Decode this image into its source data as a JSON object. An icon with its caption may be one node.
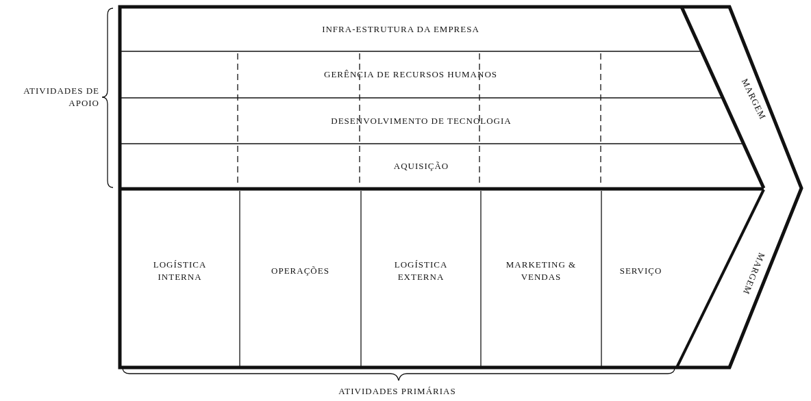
{
  "diagram": {
    "nodes": [
      {
        "text": [
          "INFRA-ESTRUTURA DA EMPRESA"
        ]
      },
      {
        "text": [
          "GERÊNCIA DE RECURSOS HUMANOS"
        ]
      },
      {
        "text": [
          "DESENVOLVIMENTO DE TECNOLOGIA"
        ]
      },
      {
        "text": [
          "AQUISIÇÃO"
        ]
      },
      {
        "text": [
          "LOGÍSTICA INTERNA"
        ]
      },
      {
        "text": [
          "OPERAÇÕES"
        ]
      },
      {
        "text": [
          "LOGÍSTICA EXTERNA"
        ]
      },
      {
        "text": [
          "MARKETING & VENDAS"
        ]
      },
      {
        "text": [
          "SERVIÇO"
        ]
      },
      {
        "text": [
          "MARGEM"
        ]
      },
      {
        "text": [
          "MARGEM"
        ]
      }
    ],
    "labels": [
      "ATIVIDADES DE APOIO",
      "ATIVIDADES PRIMÁRIAS"
    ]
  }
}
